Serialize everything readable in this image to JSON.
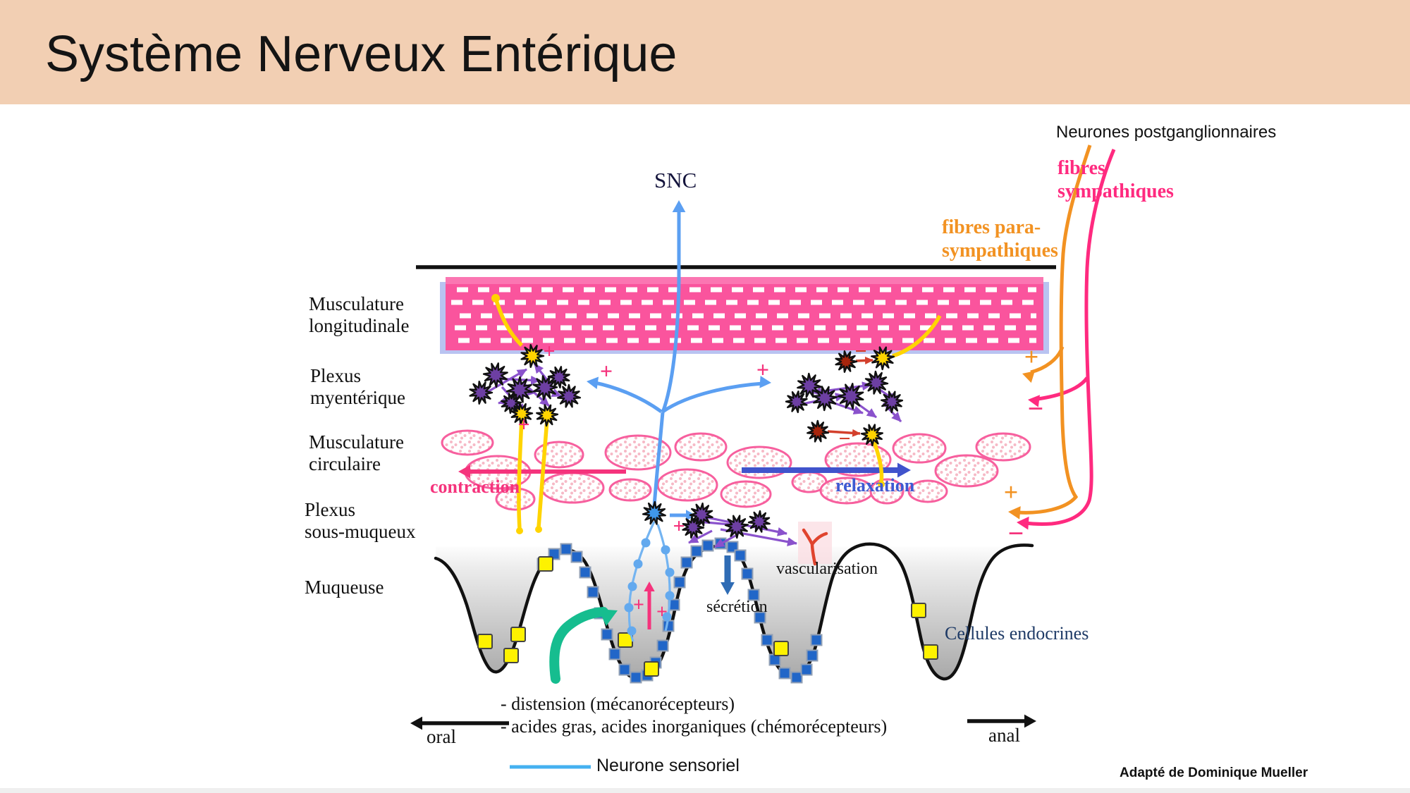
{
  "banner": {
    "title": "Système Nerveux Entérique",
    "bg_color": "#f2cfb3"
  },
  "labels": {
    "neurones_postganglionnaires": "Neurones postganglionnaires",
    "fibres_sympathiques_l1": "fibres",
    "fibres_sympathiques_l2": "sympathiques",
    "fibres_parasympathiques_l1": "fibres para-",
    "fibres_parasympathiques_l2": "sympathiques",
    "snc": "SNC",
    "musculature_longitudinale_l1": "Musculature",
    "musculature_longitudinale_l2": "longitudinale",
    "plexus_myenterique_l1": "Plexus",
    "plexus_myenterique_l2": "myentérique",
    "musculature_circulaire_l1": "Musculature",
    "musculature_circulaire_l2": "circulaire",
    "plexus_sous_muqueux_l1": "Plexus",
    "plexus_sous_muqueux_l2": "sous-muqueux",
    "muqueuse": "Muqueuse",
    "contraction": "contraction",
    "relaxation": "relaxation",
    "vascularisation": "vascularisation",
    "secretion": "sécrétion",
    "cellules_endocrines": "Cellules endocrines",
    "oral": "oral",
    "anal": "anal",
    "stimulus_1": "- distension (mécanorécepteurs)",
    "stimulus_2": "- acides gras, acides inorganiques (chémorécepteurs)",
    "legend_neurone_sensoriel": "Neurone sensoriel",
    "credit": "Adapté de Dominique Mueller"
  },
  "signs": {
    "plus": "+",
    "minus": "−"
  },
  "colors": {
    "banner": "#f2cfb3",
    "muscle_band": "#fa549d",
    "band_shadow": "#b9c3f1",
    "oval_stroke": "#f75f9e",
    "oval_dot": "#f6b9c6",
    "magenta": "#f5337c",
    "fibres_sympathiques_text": "#ff2a7f",
    "orange": "#f29222",
    "blue": "#5b9ff2",
    "light_blue": "#74b4f1",
    "sky_blue": "#45b1f0",
    "indigo": "#4053cc",
    "relaxation_text": "#3d5ad2",
    "secretion_blue": "#2f6cb5",
    "green": "#16bd8f",
    "purple_arrow": "#8a52cc",
    "purple_star": "#6d3fa3",
    "red": "#d3402c",
    "dark_red_star": "#a8250c",
    "yellow": "#ffd400",
    "yellow_square": "#fef200",
    "blue_square": "#2166c8",
    "vessel_red": "#e0442e",
    "navy_text": "#1e3a66",
    "black": "#111111"
  }
}
